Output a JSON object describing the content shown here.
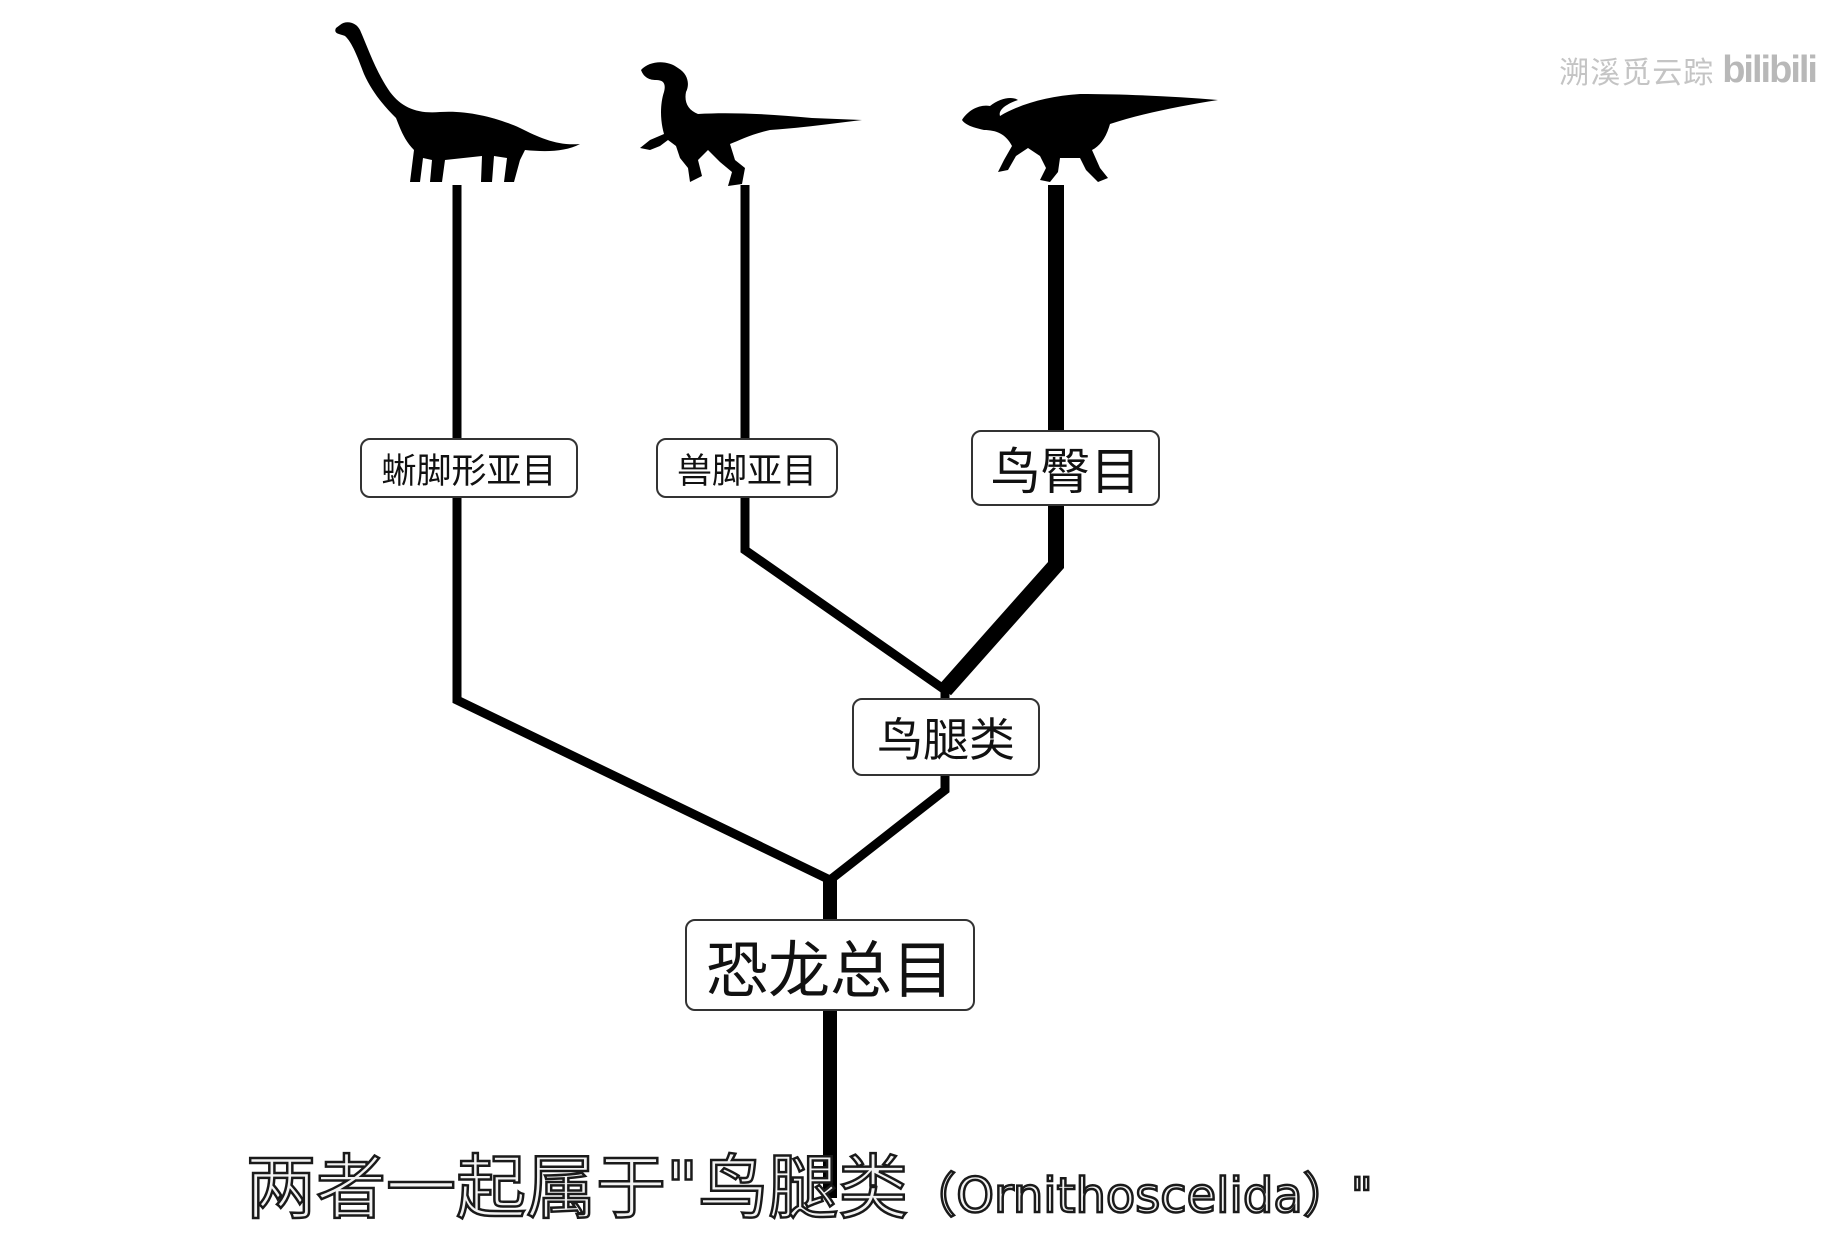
{
  "tree": {
    "root": "恐龙总目",
    "clade": "鸟腿类",
    "branches": [
      "蜥脚形亚目",
      "兽脚亚目",
      "鸟臀目"
    ]
  },
  "caption": {
    "main": "两者一起属于\"鸟腿类",
    "latin": "（Ornithoscelida）\""
  },
  "watermark": {
    "channel": "溯溪觅云踪",
    "brand": "bilibili"
  },
  "icons": [
    "sauropod-silhouette-icon",
    "theropod-silhouette-icon",
    "ornithischian-silhouette-icon"
  ]
}
